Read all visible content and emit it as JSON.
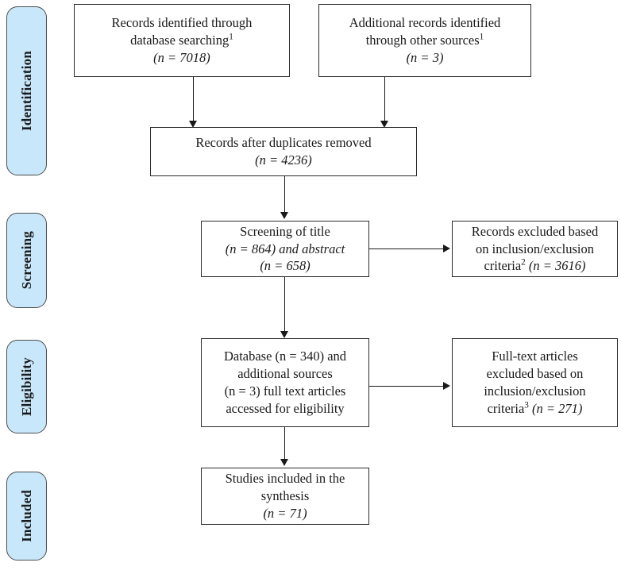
{
  "diagram": {
    "title": "PRISMA flow diagram",
    "type": "prisma-flow-diagram",
    "colors": {
      "stage_pill_fill": "#c9e7fb",
      "stage_pill_border": "#4d4d4d",
      "box_border": "#2b2b2b",
      "text": "#1a1a1a",
      "background": "#ffffff"
    }
  },
  "stages": [
    {
      "id": "identification",
      "label": "Identification"
    },
    {
      "id": "screening",
      "label": "Screening"
    },
    {
      "id": "eligibility",
      "label": "Eligibility"
    },
    {
      "id": "included",
      "label": "Included"
    }
  ],
  "boxes": {
    "records_database": {
      "line1": "Records identified through",
      "line2": "database searching",
      "footnote": "1",
      "count_line": "(n = 7018)",
      "n": 7018
    },
    "records_other": {
      "line1": "Additional records identified",
      "line2": "through other sources",
      "footnote": "1",
      "count_line": "(n = 3)",
      "n": 3
    },
    "after_duplicates": {
      "line1": "Records after duplicates removed",
      "count_line": "(n = 4236)",
      "n": 4236
    },
    "screening_title_abstract": {
      "line1": "Screening of title",
      "line2": "(n = 864) and abstract",
      "line3": "(n = 658)",
      "n_title": 864,
      "n_abstract": 658
    },
    "records_excluded": {
      "line1": "Records excluded based",
      "line2": "on inclusion/exclusion",
      "line3_prefix": "criteria",
      "footnote": "2",
      "line3_suffix": "(n = 3616)",
      "n": 3616
    },
    "full_text_assessed": {
      "line1": "Database (n = 340) and",
      "line2": "additional sources",
      "line3": "(n = 3) full text articles",
      "line4": "accessed for eligibility",
      "n_database": 340,
      "n_additional": 3
    },
    "full_text_excluded": {
      "line1": "Full-text articles",
      "line2": "excluded based on",
      "line3": "inclusion/exclusion",
      "line4_prefix": "criteria",
      "footnote": "3",
      "line4_suffix": "(n = 271)",
      "n": 271
    },
    "studies_included": {
      "line1": "Studies included in the",
      "line2": "synthesis",
      "count_line": "(n = 71)",
      "n": 71
    }
  }
}
